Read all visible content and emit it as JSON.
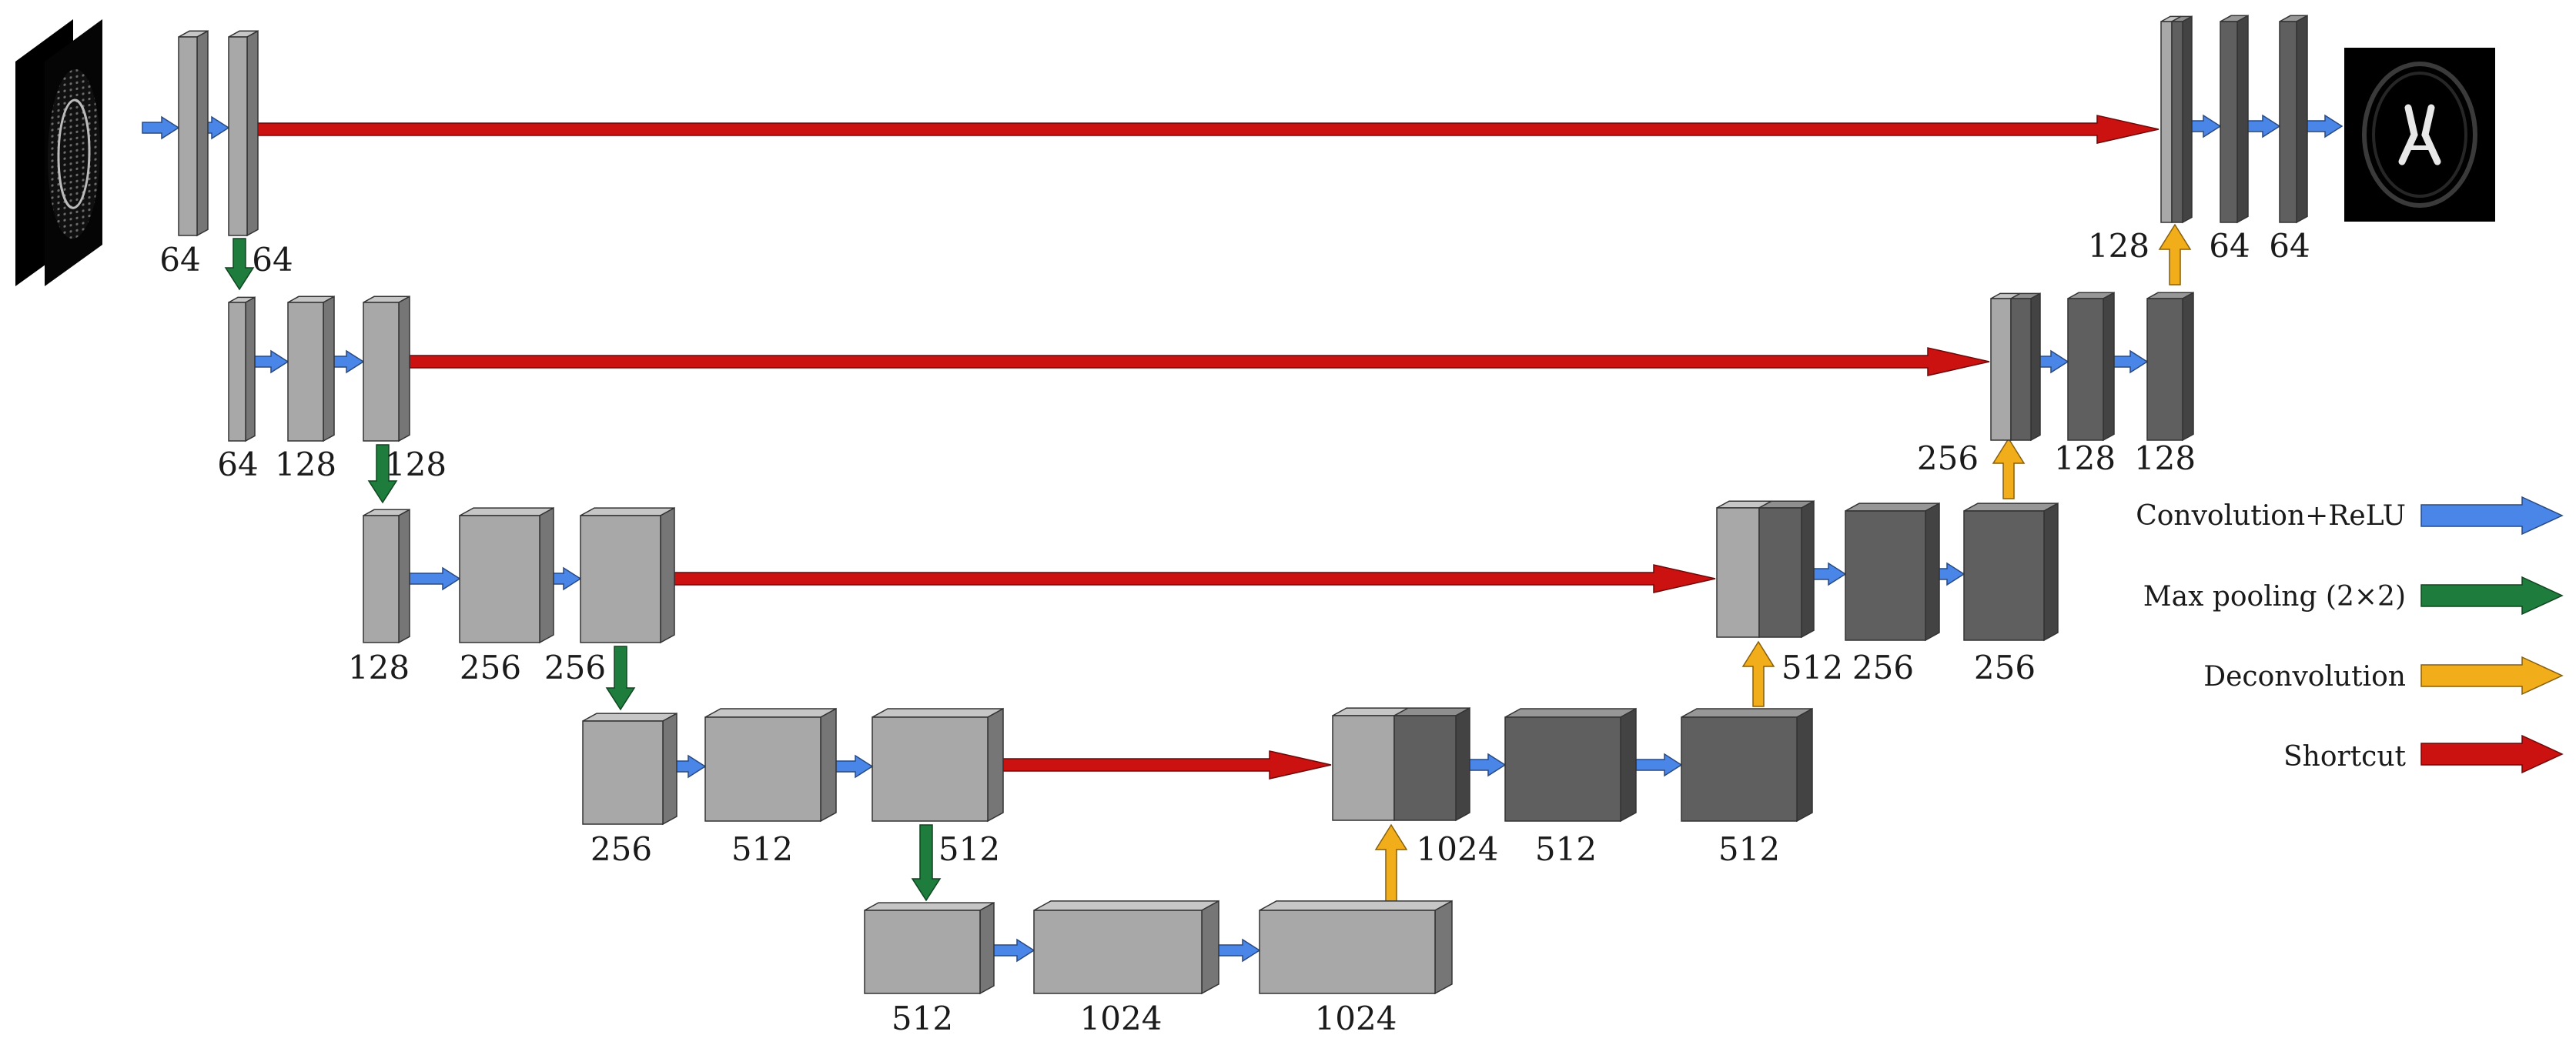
{
  "colors": {
    "conv": "#4a86e8",
    "pool": "#1e7d3c",
    "deconv": "#f2ad1a",
    "shortcut": "#cc1111",
    "encoder_block": "#a8a8a8",
    "decoder_block": "#5f5f5f"
  },
  "images": {
    "input": "brain-mri-input",
    "output": "brain-segmentation-output"
  },
  "legend": {
    "conv": "Convolution+ReLU",
    "pool": "Max pooling (2×2)",
    "deconv": "Deconvolution",
    "shortcut": "Shortcut"
  },
  "labels": {
    "e1a": "64",
    "e1b": "64",
    "e2a": "64",
    "e2b": "128",
    "e2c": "128",
    "e3a": "128",
    "e3b": "256",
    "e3c": "256",
    "e4a": "256",
    "e4b": "512",
    "e4c": "512",
    "bna": "512",
    "bnb": "1024",
    "bnc": "1024",
    "d4a": "1024",
    "d4b": "512",
    "d4c": "512",
    "d3a": "512",
    "d3b": "256",
    "d3c": "256",
    "d2a": "256",
    "d2b": "128",
    "d2c": "128",
    "d1a": "128",
    "d1b": "64",
    "d1c": "64"
  }
}
